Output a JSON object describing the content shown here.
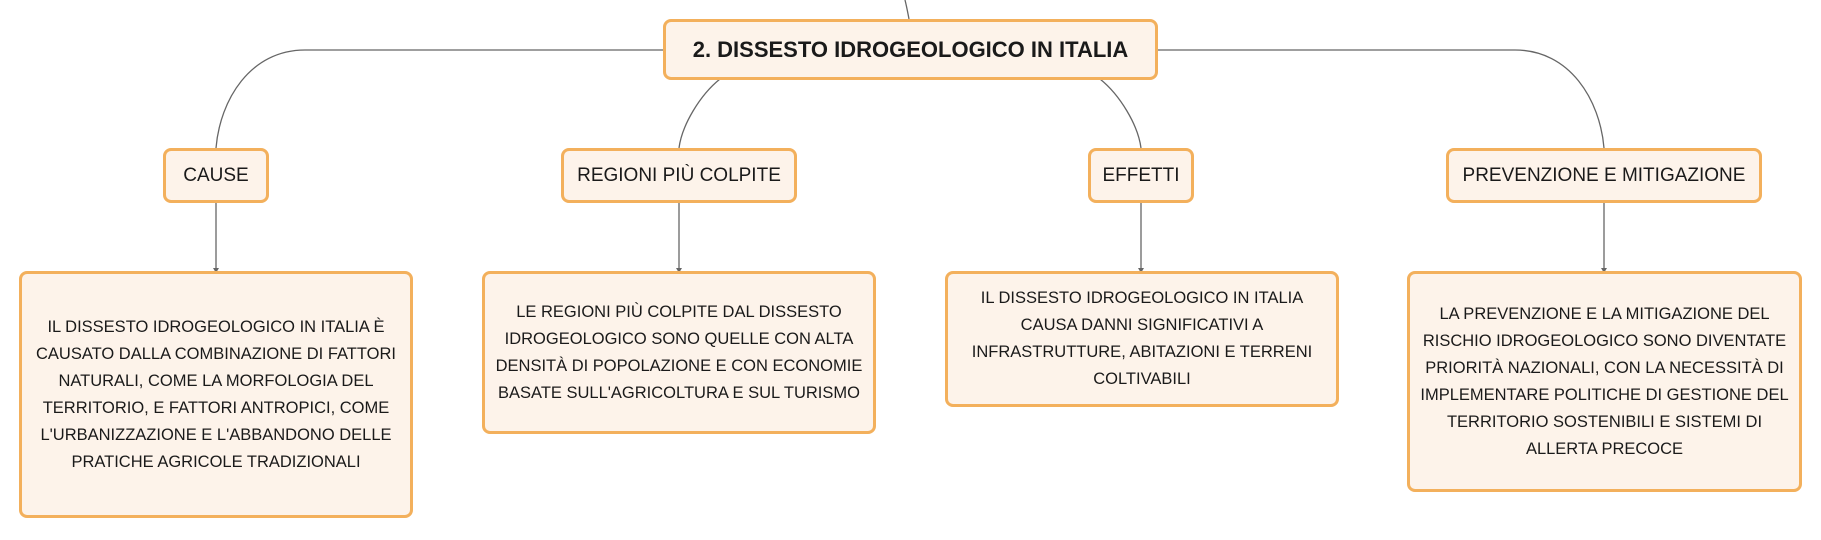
{
  "root": {
    "label": "2. DISSESTO IDROGEOLOGICO IN ITALIA"
  },
  "categories": [
    {
      "label": "CAUSE",
      "description": "IL DISSESTO IDROGEOLOGICO IN ITALIA È CAUSATO DALLA COMBINAZIONE DI FATTORI NATURALI, COME LA MORFOLOGIA DEL TERRITORIO, E FATTORI ANTROPICI, COME L'URBANIZZAZIONE E L'ABBANDONO DELLE PRATICHE AGRICOLE TRADIZIONALI"
    },
    {
      "label": "REGIONI PIÙ COLPITE",
      "description": "LE REGIONI PIÙ COLPITE DAL DISSESTO IDROGEOLOGICO SONO QUELLE CON ALTA DENSITÀ DI POPOLAZIONE E CON ECONOMIE BASATE SULL'AGRICOLTURA E SUL TURISMO"
    },
    {
      "label": "EFFETTI",
      "description": "IL DISSESTO IDROGEOLOGICO IN ITALIA CAUSA DANNI SIGNIFICATIVI A INFRASTRUTTURE, ABITAZIONI E TERRENI COLTIVABILI"
    },
    {
      "label": "PREVENZIONE E MITIGAZIONE",
      "description": "LA PREVENZIONE E LA MITIGAZIONE DEL RISCHIO IDROGEOLOGICO SONO DIVENTATE PRIORITÀ NAZIONALI, CON LA NECESSITÀ DI IMPLEMENTARE POLITICHE DI GESTIONE DEL TERRITORIO SOSTENIBILI E SISTEMI DI ALLERTA PRECOCE"
    }
  ],
  "colors": {
    "node_fill": "#fdf3ea",
    "node_border": "#f3b05c",
    "connector": "#666666",
    "text": "#1a1a1a"
  }
}
